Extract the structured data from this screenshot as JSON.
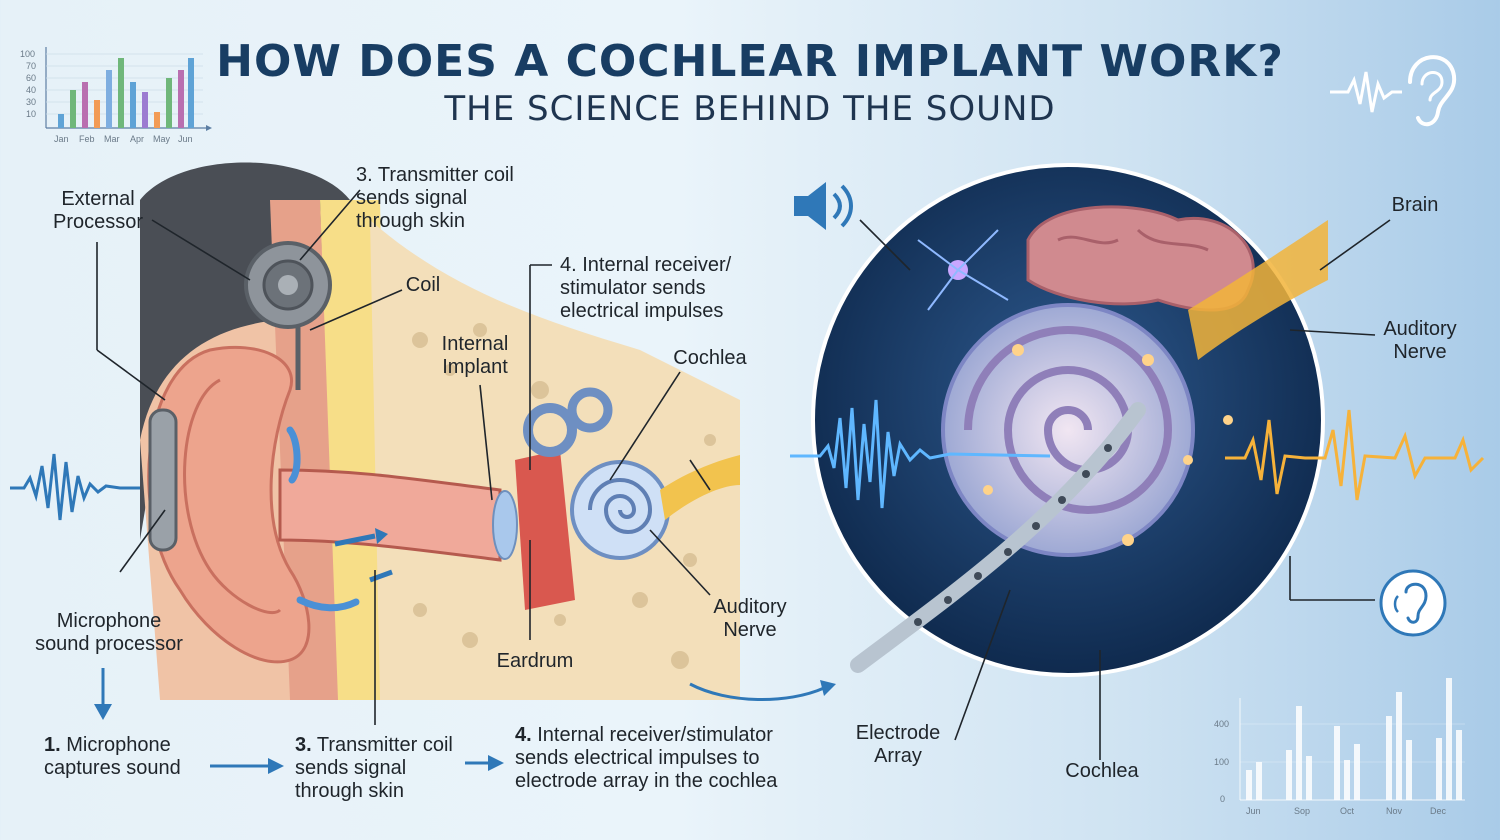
{
  "header": {
    "title": "HOW DOES A COCHLEAR IMPLANT WORK?",
    "subtitle": "THE SCIENCE BEHIND THE SOUND"
  },
  "ear_labels": {
    "external_processor": "External\nProcessor",
    "transmitter_top": "3. Transmitter coil\nsends signal\nthrough skin",
    "coil": "Coil",
    "internal_receiver_top": "4. Internal receiver/\nstimulator sends\nelectrical impulses",
    "internal_implant": "Internal\nImplant",
    "cochlea": "Cochlea",
    "auditory_nerve": "Auditory\nNerve",
    "eardrum": "Eardrum",
    "microphone": "Microphone\nsound processor"
  },
  "steps": [
    {
      "num": "1.",
      "text": "Microphone\ncaptures sound"
    },
    {
      "num": "3.",
      "text": "Transmitter coil\nsends signal\nthrough skin"
    },
    {
      "num": "4.",
      "text": "Internal receiver/stimulator\nsends electrical impulses to\nelectrode array in the cochlea"
    }
  ],
  "zoom_labels": {
    "brain": "Brain",
    "auditory_nerve": "Auditory\nNerve",
    "electrode_array": "Electrode\nArray",
    "cochlea": "Cochlea"
  },
  "mini_chart_top": {
    "y_ticks": [
      "100",
      "70",
      "60",
      "40",
      "30",
      "10"
    ],
    "x_ticks": [
      "Jan",
      "Feb",
      "Mar",
      "Apr",
      "May",
      "Jun"
    ]
  },
  "mini_chart_bottom": {
    "y_ticks": [
      "400",
      "100",
      "0"
    ],
    "x_ticks": [
      "Jun",
      "Sop",
      "Oct",
      "Nov",
      "Dec"
    ]
  },
  "icons": {
    "speaker": "speaker-icon",
    "ear_top": "ear-soundwave-icon",
    "ear_badge": "ear-badge-icon"
  },
  "colors": {
    "title": "#183d63",
    "arrow": "#2f78b8",
    "zoom_bg": "#0f2a4e",
    "nerve": "#f2b43a"
  }
}
